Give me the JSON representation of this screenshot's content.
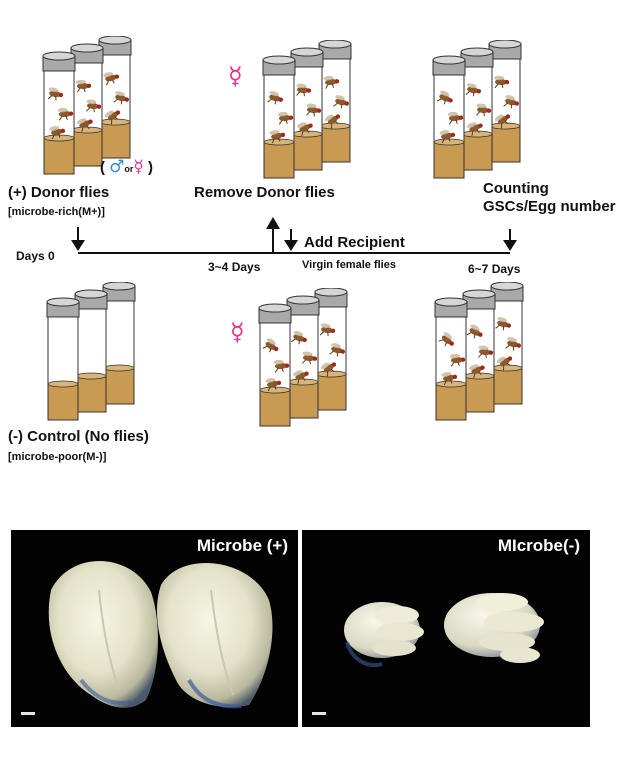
{
  "groups": {
    "donor_label": "(+) Donor flies",
    "donor_sub": "[microbe-rich(M+)]",
    "donor_sex_open": "(",
    "donor_sex_male": "♂",
    "donor_sex_or": "or",
    "donor_sex_female": "☿",
    "donor_sex_close": ")",
    "control_label": "(-) Control (No flies)",
    "control_sub": "[microbe-poor(M-)]"
  },
  "steps": {
    "remove": "Remove Donor flies",
    "add": "Add Recipient",
    "add_sub": "Virgin female flies",
    "counting_line1": "Counting",
    "counting_line2": "GSCs/Egg number"
  },
  "timeline": {
    "day0": "Days 0",
    "t1": "3~4 Days",
    "t2": "6~7 Days"
  },
  "symbols": {
    "female_top": "☿",
    "female_bottom": "☿"
  },
  "photos": {
    "left_title": "Microbe (+)",
    "right_title": "MIcrobe(-)"
  },
  "colors": {
    "food": "#c99a52",
    "female_symbol": "#e8308a",
    "male_symbol": "#2f8fd1"
  }
}
